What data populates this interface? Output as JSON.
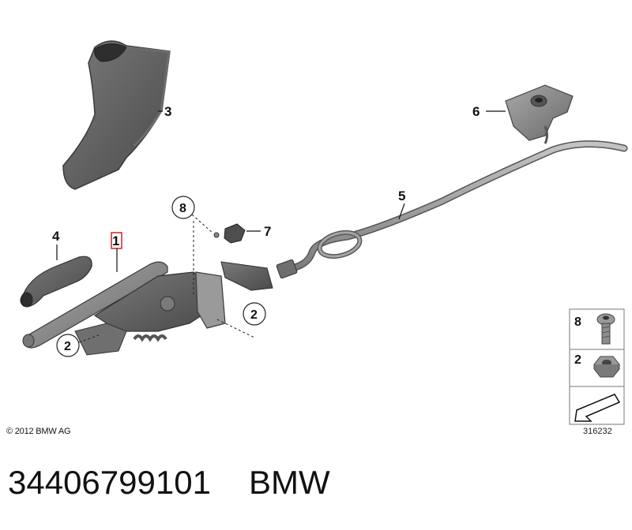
{
  "callouts": {
    "c1": "1",
    "c2a": "2",
    "c2b": "2",
    "c3": "3",
    "c4": "4",
    "c5": "5",
    "c6": "6",
    "c7": "7",
    "c8": "8"
  },
  "legend": {
    "screw_label": "8",
    "nut_label": "2"
  },
  "copyright": "© 2012 BMW AG",
  "diagram_number": "316232",
  "footer": {
    "part_number": "34406799101",
    "brand": "BMW"
  },
  "colors": {
    "part_fill": "#8a8a8a",
    "part_dark": "#5f5f5f",
    "highlight_box": "#d0202a"
  }
}
